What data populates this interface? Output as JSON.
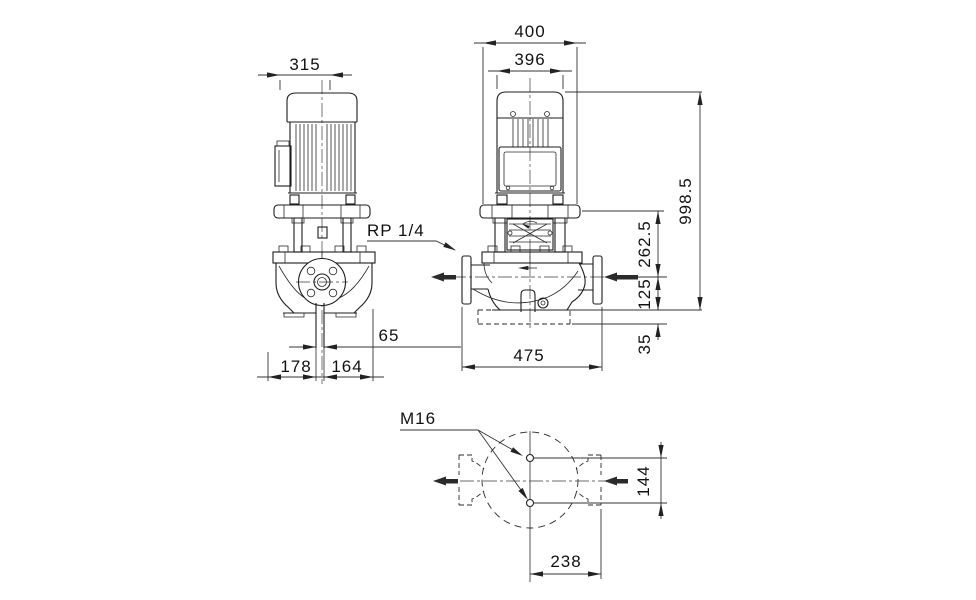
{
  "drawing": {
    "front_view": {
      "dims": {
        "motor_width": "315",
        "port_bore": "65",
        "center_to_left": "178",
        "center_to_right": "164"
      },
      "port_thread_label": "RP 1/4"
    },
    "side_view": {
      "dims": {
        "base_width": "400",
        "motor_face_width": "396",
        "total_height": "998.5",
        "flange_to_port_axis": "262.5",
        "port_axis_to_base": "125",
        "base_thickness": "35",
        "port_to_port": "475"
      }
    },
    "plan_view": {
      "bolt_thread": "M16",
      "dims": {
        "bolt_span": "144",
        "bolt_offset": "238"
      }
    }
  }
}
